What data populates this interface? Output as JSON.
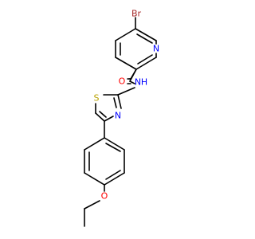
{
  "molecule": {
    "labels": {
      "br": "Br",
      "pyridine_n": "N",
      "amide_o": "O",
      "amide_nh": "N",
      "amide_h": "H",
      "thiazole_s": "S",
      "thiazole_n": "N",
      "ether_o": "O"
    },
    "colors": {
      "bond": "#000000",
      "bromine": "#a52a2a",
      "nitrogen": "#0000ff",
      "oxygen": "#ff0000",
      "sulfur": "#b8a200"
    }
  }
}
